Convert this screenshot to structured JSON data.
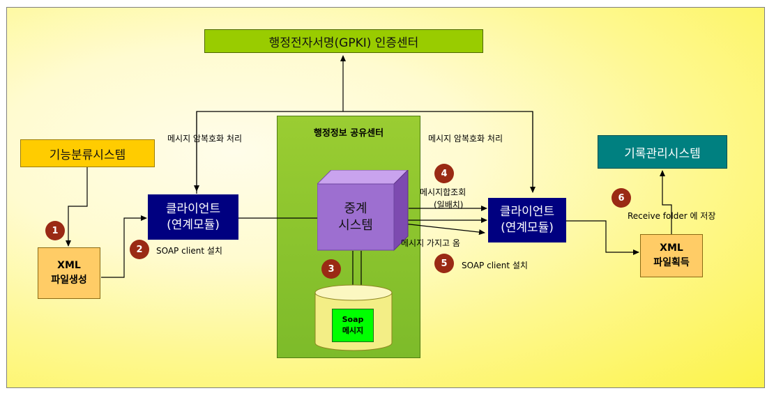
{
  "gpki_center": "행정전자서명(GPKI) 인증센터",
  "func_system": "기능분류시스템",
  "xml_create": [
    "XML",
    "파일생성"
  ],
  "client_left": [
    "클라이언트",
    "(연계모듈)"
  ],
  "hub_title": "행정정보 공유센터",
  "relay_system": [
    "중계",
    "시스템"
  ],
  "soap_message": [
    "Soap",
    "메시지"
  ],
  "client_right": [
    "클라이언트",
    "(연계모듈)"
  ],
  "record_system": "기록관리시스템",
  "xml_get": [
    "XML",
    "파일획득"
  ],
  "labels": {
    "encrypt_left": "메시지 암복호화 처리",
    "encrypt_right": "메시지 암복호화 처리",
    "soap_install_left": "SOAP client 설치",
    "soap_install_right": "SOAP client 설치",
    "query_line1": "메시지합조회",
    "query_line2": "(일배치)",
    "fetch": "메시지 가지고 옴",
    "receive": "Receive folder 에 저장"
  },
  "steps": [
    "1",
    "2",
    "3",
    "4",
    "5",
    "6"
  ],
  "colors": {
    "green_box": "#99cc00",
    "hub_green": "#99cc33",
    "orange_box": "#ffcc00",
    "navy_box": "#000080",
    "teal_box": "#008080",
    "purple_cube": "#9966cc",
    "step_circle": "#9a2a14",
    "soap_green": "#00ff00"
  }
}
